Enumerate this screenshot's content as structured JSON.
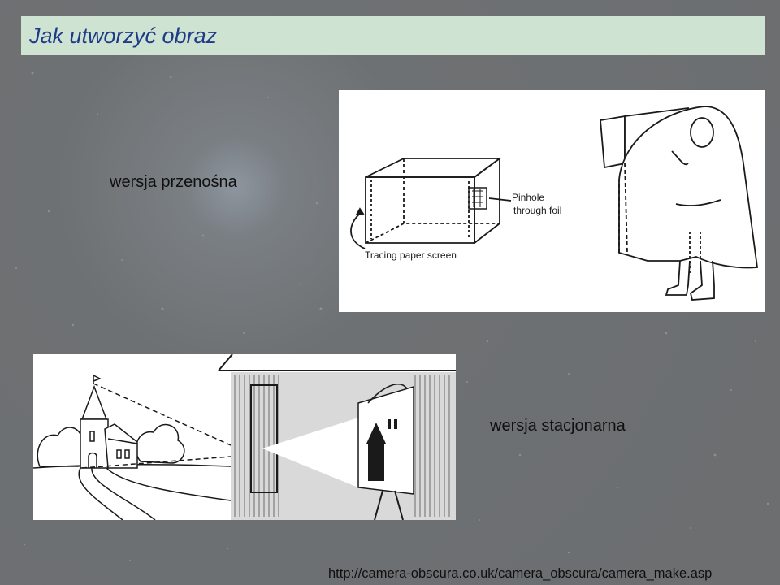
{
  "slide": {
    "title": "Jak utworzyć obraz",
    "caption_portable": "wersja przenośna",
    "caption_stationary": "wersja stacjonarna",
    "source_url": "http://camera-obscura.co.uk/camera_obscura/camera_make.asp"
  },
  "portable_illustration": {
    "pinhole_label_line1": "Pinhole",
    "pinhole_label_line2": "through foil",
    "screen_label": "Tracing paper screen"
  },
  "colors": {
    "title_bar": "#cfe3d3",
    "title_text": "#1d3b86",
    "background": "#6b6d6f"
  }
}
